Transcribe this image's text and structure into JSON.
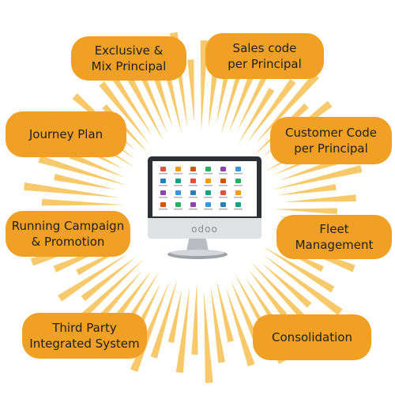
{
  "features": [
    {
      "id": "exclusive",
      "label": "Exclusive &\nMix Principal"
    },
    {
      "id": "sales-code",
      "label": "Sales code\nper Principal"
    },
    {
      "id": "journey",
      "label": "Journey Plan"
    },
    {
      "id": "customer-code",
      "label": "Customer Code\nper Principal"
    },
    {
      "id": "campaign",
      "label": "Running Campaign\n& Promotion"
    },
    {
      "id": "fleet",
      "label": "Fleet\nManagement"
    },
    {
      "id": "third-party",
      "label": "Third Party\nIntegrated System"
    },
    {
      "id": "consolidation",
      "label": "Consolidation"
    }
  ],
  "monitor": {
    "brand": "odoo"
  },
  "colors": {
    "pill": "#f0a024",
    "ray": "#f7c96a",
    "text": "#1f1f1f"
  }
}
